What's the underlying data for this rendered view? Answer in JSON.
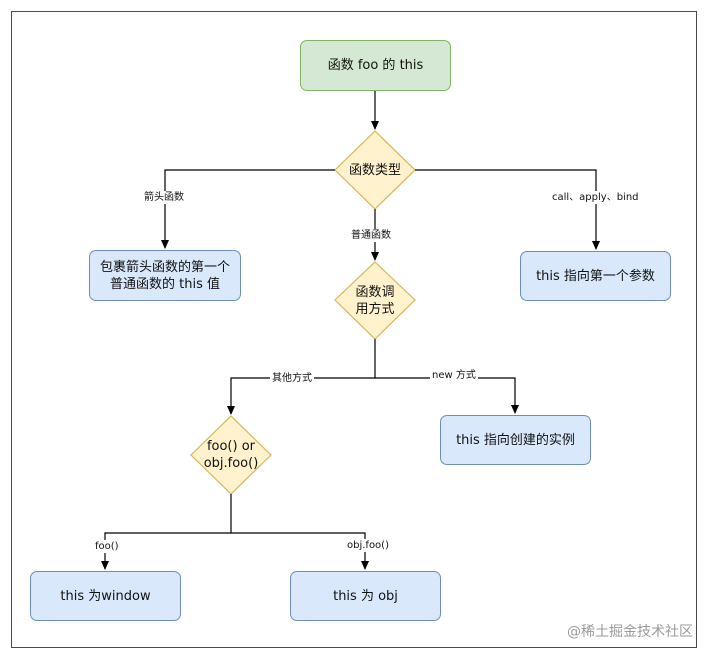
{
  "nodes": {
    "root": "函数 foo 的 this",
    "func_type": "函数类型",
    "arrow_result": "包裹箭头函数的第一个\n普通函数的 this 值",
    "bind_result": "this 指向第一个参数",
    "call_style": "函数调\n用方式",
    "new_result": "this 指向创建的实例",
    "foo_or_obj": "foo() or\nobj.foo()",
    "window_result": "this 为window",
    "obj_result": "this 为 obj"
  },
  "edges": {
    "arrow_fn": "箭头函数",
    "normal_fn": "普通函数",
    "call_apply_bind": "call、apply、bind",
    "other_way": "其他方式",
    "new_way": "new 方式",
    "foo_call": "foo()",
    "obj_call": "obj.foo()"
  },
  "watermark": "@稀土掘金技术社区",
  "colors": {
    "start_fill": "#d5e8d4",
    "start_stroke": "#82b366",
    "decision_fill": "#fff2cc",
    "decision_stroke": "#d6b656",
    "result_fill": "#dae8fc",
    "result_stroke": "#6c8ebf"
  }
}
